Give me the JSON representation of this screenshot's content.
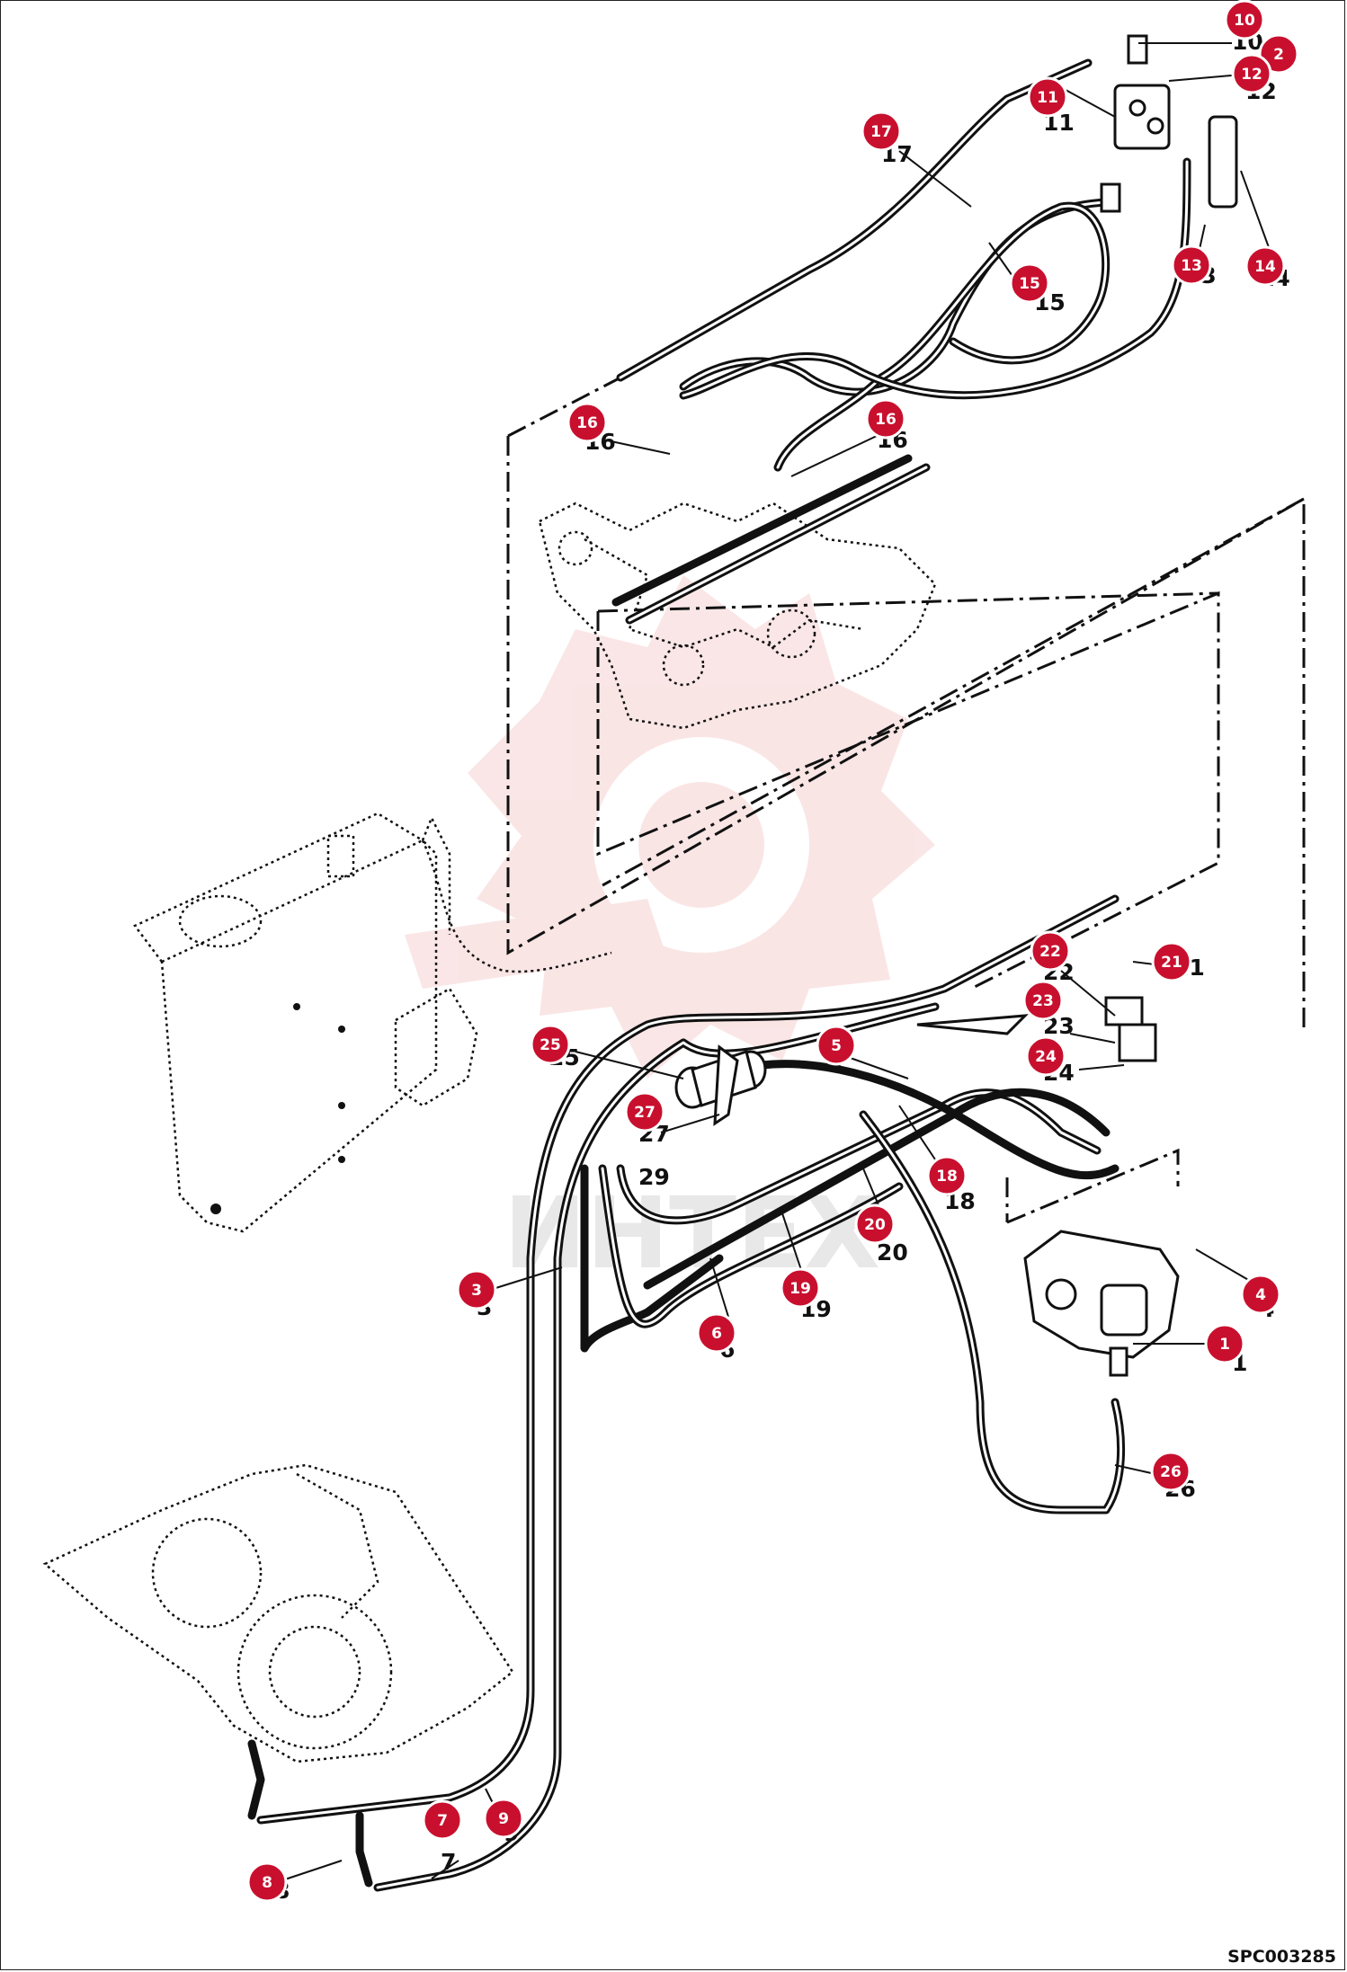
{
  "diagram_code": "SPC003285",
  "watermark_text": "ИНТЕХ",
  "colors": {
    "callout": "#c8102e",
    "line": "#111111",
    "watermark": "#f2b7b7"
  },
  "callouts": [
    {
      "id": "10",
      "label": "10"
    },
    {
      "id": "2",
      "label": "2"
    },
    {
      "id": "12",
      "label": "12"
    },
    {
      "id": "11",
      "label": "11"
    },
    {
      "id": "17",
      "label": "17"
    },
    {
      "id": "13",
      "label": "13"
    },
    {
      "id": "14",
      "label": "14"
    },
    {
      "id": "15",
      "label": "15"
    },
    {
      "id": "16a",
      "label": "16"
    },
    {
      "id": "16b",
      "label": "16"
    },
    {
      "id": "22",
      "label": "22"
    },
    {
      "id": "21",
      "label": "21"
    },
    {
      "id": "23",
      "label": "23"
    },
    {
      "id": "24",
      "label": "24"
    },
    {
      "id": "25",
      "label": "25"
    },
    {
      "id": "5",
      "label": "5"
    },
    {
      "id": "27",
      "label": "27"
    },
    {
      "id": "18",
      "label": "18"
    },
    {
      "id": "20",
      "label": "20"
    },
    {
      "id": "19",
      "label": "19"
    },
    {
      "id": "3",
      "label": "3"
    },
    {
      "id": "6",
      "label": "6"
    },
    {
      "id": "4",
      "label": "4"
    },
    {
      "id": "1",
      "label": "1"
    },
    {
      "id": "26",
      "label": "26"
    },
    {
      "id": "9",
      "label": "9"
    },
    {
      "id": "7",
      "label": "7"
    },
    {
      "id": "8",
      "label": "8"
    }
  ],
  "part_labels": [
    {
      "id": "p10",
      "text": "10"
    },
    {
      "id": "p2",
      "text": "2"
    },
    {
      "id": "p12",
      "text": "12"
    },
    {
      "id": "p11",
      "text": "11"
    },
    {
      "id": "p17",
      "text": "17"
    },
    {
      "id": "p13",
      "text": "13"
    },
    {
      "id": "p14",
      "text": "14"
    },
    {
      "id": "p15",
      "text": "15"
    },
    {
      "id": "p16a",
      "text": "16"
    },
    {
      "id": "p16b",
      "text": "16"
    },
    {
      "id": "p22",
      "text": "22"
    },
    {
      "id": "p21",
      "text": "21"
    },
    {
      "id": "p23",
      "text": "23"
    },
    {
      "id": "p24",
      "text": "24"
    },
    {
      "id": "p25",
      "text": "25"
    },
    {
      "id": "p5",
      "text": "5"
    },
    {
      "id": "p27",
      "text": "27"
    },
    {
      "id": "p29",
      "text": "29"
    },
    {
      "id": "p18",
      "text": "18"
    },
    {
      "id": "p20",
      "text": "20"
    },
    {
      "id": "p19",
      "text": "19"
    },
    {
      "id": "p3",
      "text": "3"
    },
    {
      "id": "p6",
      "text": "6"
    },
    {
      "id": "p4",
      "text": "4"
    },
    {
      "id": "p1",
      "text": "1"
    },
    {
      "id": "p26",
      "text": "26"
    },
    {
      "id": "p9",
      "text": "9"
    },
    {
      "id": "p7",
      "text": "7"
    },
    {
      "id": "p8",
      "text": "8"
    }
  ]
}
